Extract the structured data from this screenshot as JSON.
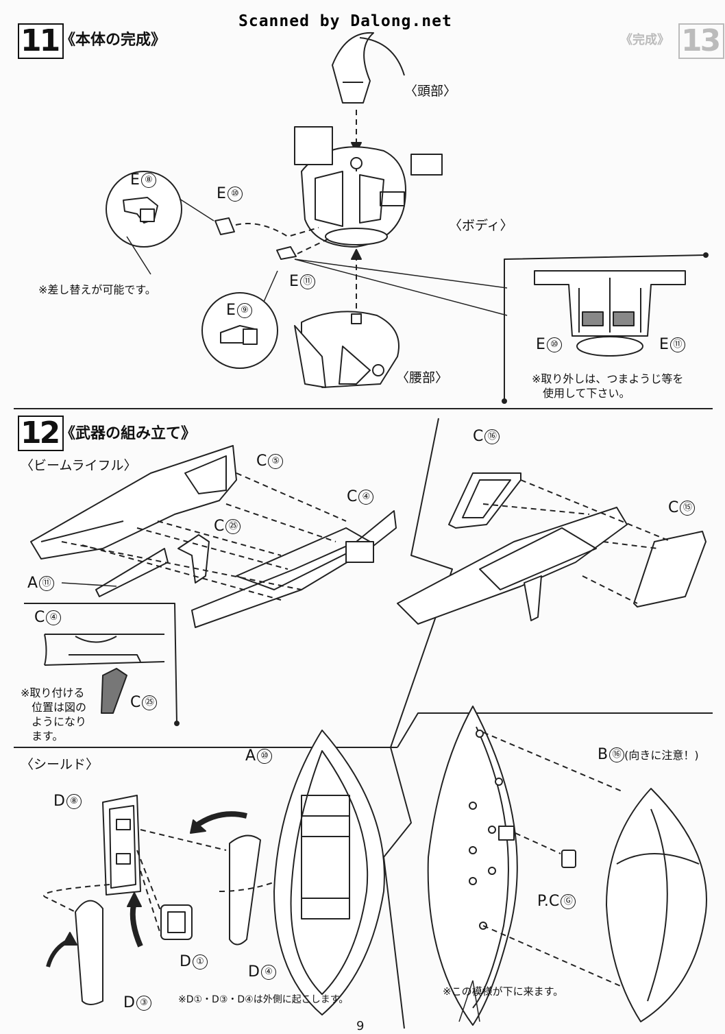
{
  "banner": "Scanned by Dalong.net",
  "page_number": "9",
  "step11": {
    "number": "11",
    "title": "《本体の完成》",
    "labels": {
      "head": "〈頭部〉",
      "body": "〈ボディ〉",
      "waist": "〈腰部〉"
    },
    "parts": {
      "e8": "E",
      "e8n": "⑧",
      "e10": "E",
      "e10n": "⑩",
      "e11": "E",
      "e11n": "⑪",
      "e9": "E",
      "e9n": "⑨"
    },
    "note_swap": "※差し替えが可能です。",
    "inset": {
      "e10": "E",
      "e10n": "⑩",
      "e11": "E",
      "e11n": "⑪",
      "note": [
        "※取り外しは、つまようじ等を",
        "使用して下さい。"
      ]
    },
    "side_step": "13",
    "side_title": "《完成》"
  },
  "step12": {
    "number": "12",
    "title": "《武器の組み立て》",
    "rifle_label": "〈ビームライフル〉",
    "parts": {
      "c5": "C",
      "c5n": "⑤",
      "c4": "C",
      "c4n": "④",
      "c25": "C",
      "c25n": "㉕",
      "a11": "A",
      "a11n": "⑪",
      "c16": "C",
      "c16n": "⑯",
      "c15": "C",
      "c15n": "⑮"
    },
    "detail": {
      "c4": "C",
      "c4n": "④",
      "c25": "C",
      "c25n": "㉕",
      "note": [
        "※取り付ける",
        "位置は図の",
        "ようになり",
        "ます。"
      ]
    },
    "shield_label": "〈シールド〉",
    "shield_parts": {
      "a10": "A",
      "a10n": "⑩",
      "d8": "D",
      "d8n": "⑧",
      "d1": "D",
      "d1n": "①",
      "d3": "D",
      "d3n": "③",
      "d4": "D",
      "d4n": "④",
      "b16": "B",
      "b16n": "⑯",
      "b16note": "(向きに注意！)",
      "pc": "P.C",
      "pcn": "Ⓖ"
    },
    "shield_note_left": "※D①・D③・D④は外側に起こします。",
    "shield_note_right": "※この模様が下に来ます。"
  }
}
